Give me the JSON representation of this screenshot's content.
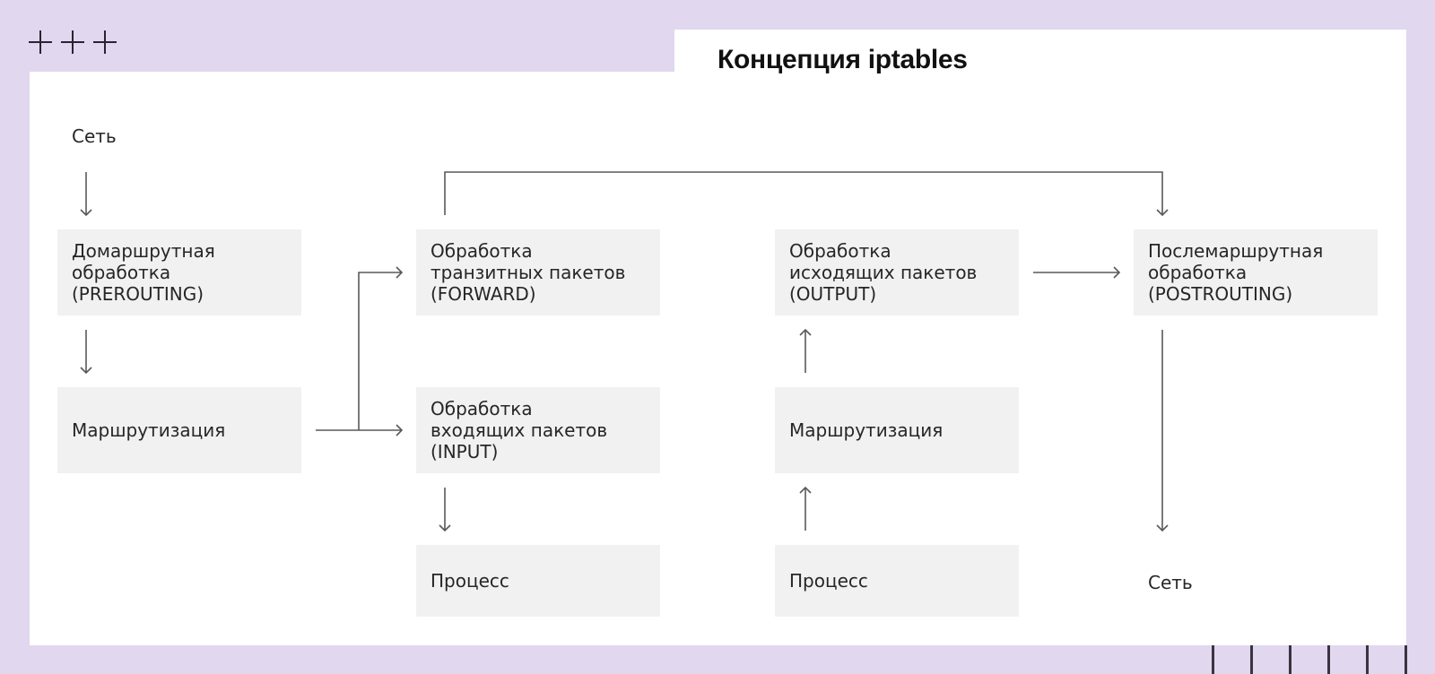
{
  "title": "Концепция iptables",
  "decor": {
    "plus_count": 3,
    "tick_count": 6,
    "background_color": "#E1D7EF",
    "box_color": "#F1F1F1",
    "line_color": "#595959"
  },
  "labels": {
    "network_in": "Сеть",
    "network_out": "Сеть"
  },
  "boxes": {
    "prerouting": "Домаршрутная\nобработка\n(PREROUTING)",
    "routing_1": "Маршрутизация",
    "forward": "Обработка\nтранзитных пакетов\n(FORWARD)",
    "input": "Обработка\nвходящих пакетов\n(INPUT)",
    "process_1": "Процесс",
    "output": "Обработка\nисходящих пакетов\n(OUTPUT)",
    "routing_2": "Маршрутизация",
    "process_2": "Процесс",
    "postrouting": "Послемаршрутная\nобработка\n(POSTROUTING)"
  }
}
